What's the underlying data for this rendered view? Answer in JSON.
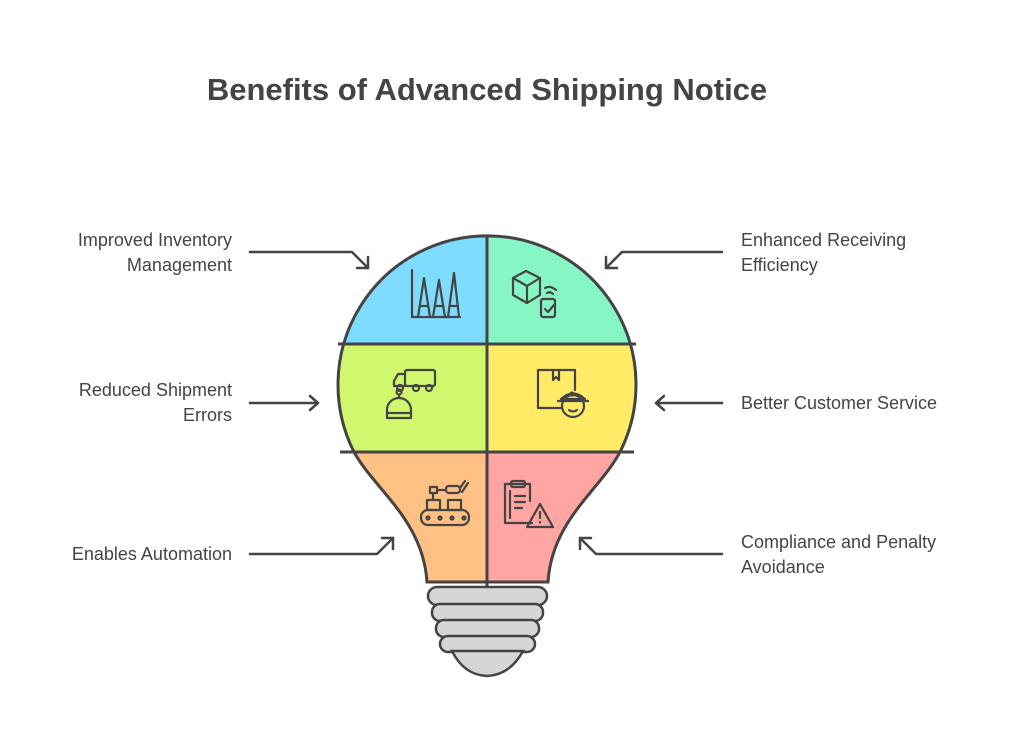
{
  "title": "Benefits of Advanced Shipping Notice",
  "benefits": {
    "inventory": {
      "line1": "Improved Inventory",
      "line2": "Management",
      "color": "#7DDCFF",
      "icon": "bar-chart-peaks-icon"
    },
    "receiving": {
      "line1": "Enhanced Receiving",
      "line2": "Efficiency",
      "color": "#86F7C4",
      "icon": "package-scan-icon"
    },
    "errors": {
      "line1": "Reduced Shipment",
      "line2": "Errors",
      "color": "#D1F76F",
      "icon": "robot-truck-icon"
    },
    "service": {
      "line1": "Better Customer Service",
      "color": "#FFEB66",
      "icon": "courier-package-icon"
    },
    "automation": {
      "line1": "Enables Automation",
      "color": "#FFC083",
      "icon": "conveyor-robot-arm-icon"
    },
    "compliance": {
      "line1": "Compliance and Penalty",
      "line2": "Avoidance",
      "color": "#FFA5A2",
      "icon": "clipboard-warning-icon"
    }
  }
}
